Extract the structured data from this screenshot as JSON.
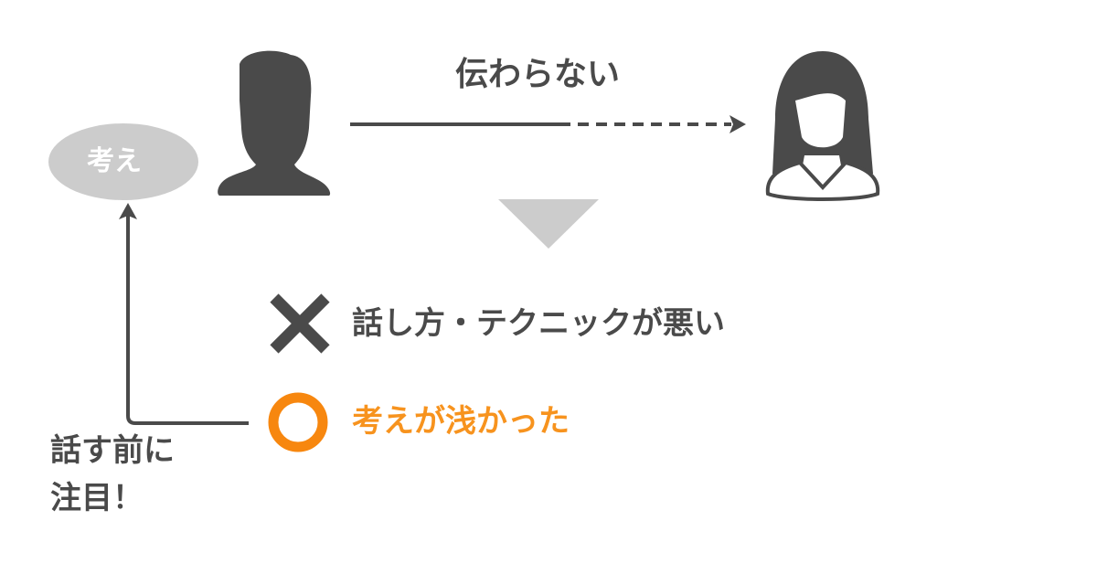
{
  "thought_bubble": {
    "label": "考え"
  },
  "message": {
    "label": "伝わらない"
  },
  "wrong_item": {
    "icon": "cross-icon",
    "label": "話し方・テクニックが悪い"
  },
  "right_item": {
    "icon": "circle-icon",
    "label": "考えが浅かった"
  },
  "note": {
    "line1": "話す前に",
    "line2": "注目！"
  },
  "colors": {
    "dark": "#4a4a4a",
    "gray": "#cccccc",
    "orange": "#f7870f"
  }
}
